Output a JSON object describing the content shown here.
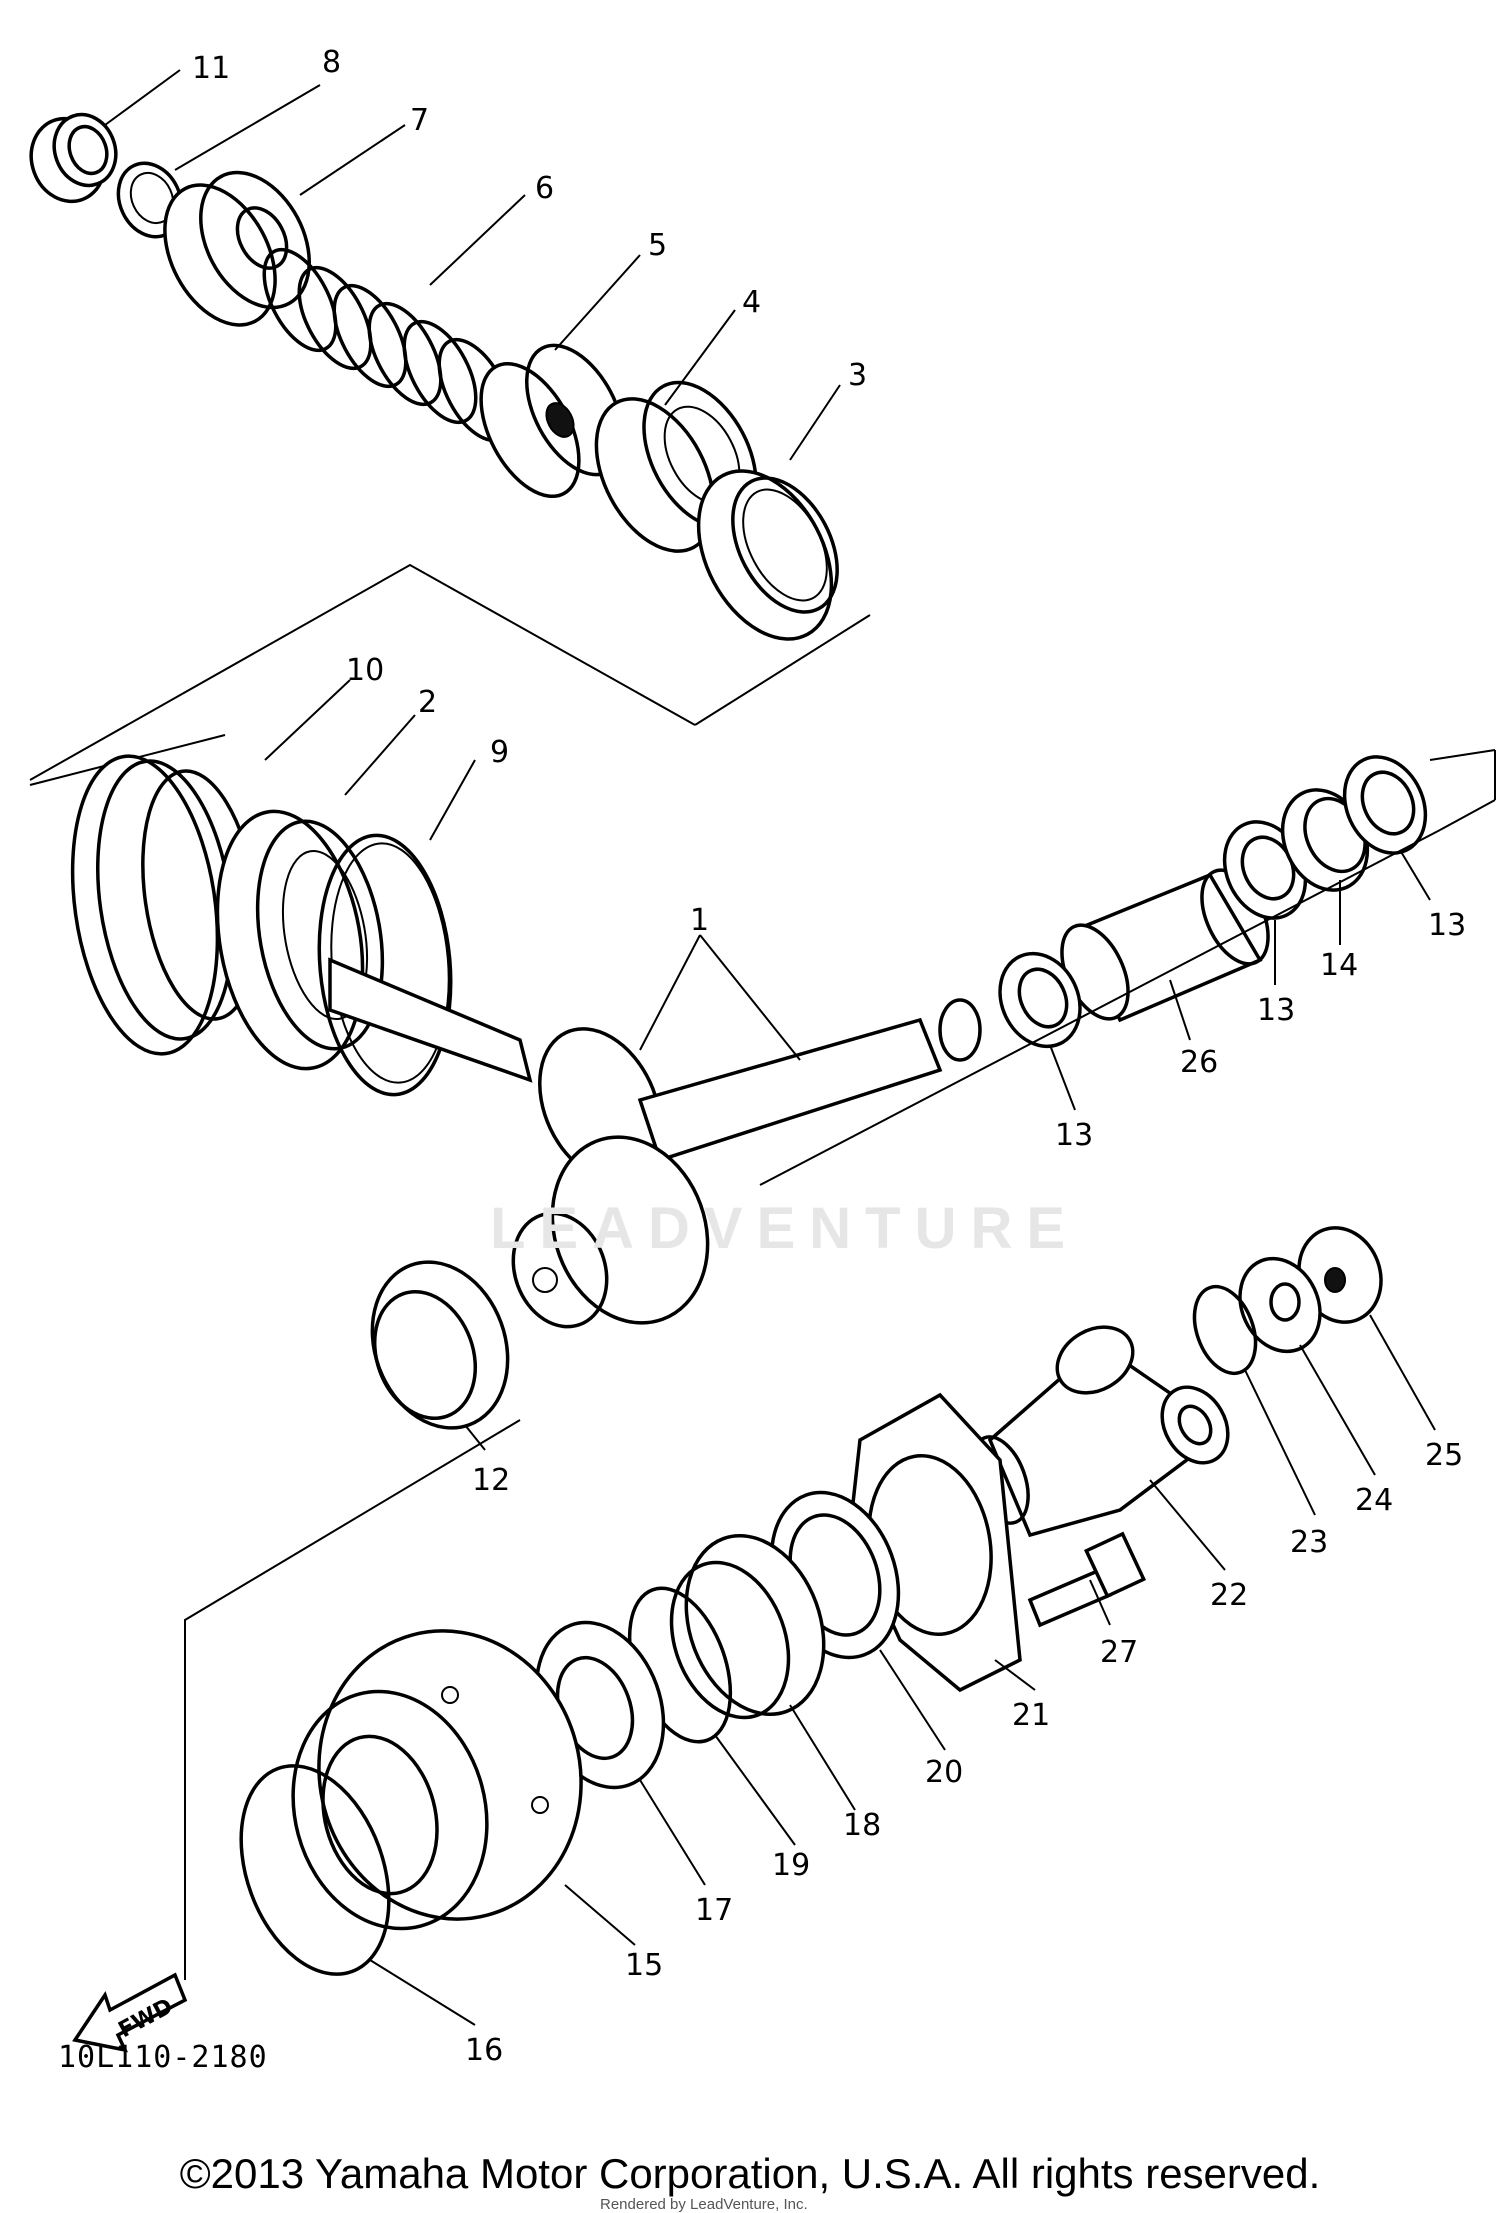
{
  "diagram": {
    "drawing_code": "10L110-2180",
    "copyright": "©2013 Yamaha Motor Corporation, U.S.A. All rights reserved.",
    "render_credit": "Rendered by LeadVenture, Inc.",
    "watermark": "LEADVENTURE",
    "fwd_label": "FWD",
    "callouts": [
      {
        "id": "c11",
        "text": "11"
      },
      {
        "id": "c8",
        "text": "8"
      },
      {
        "id": "c7",
        "text": "7"
      },
      {
        "id": "c6",
        "text": "6"
      },
      {
        "id": "c5",
        "text": "5"
      },
      {
        "id": "c4",
        "text": "4"
      },
      {
        "id": "c3",
        "text": "3"
      },
      {
        "id": "c10",
        "text": "10"
      },
      {
        "id": "c2",
        "text": "2"
      },
      {
        "id": "c9",
        "text": "9"
      },
      {
        "id": "c1",
        "text": "1"
      },
      {
        "id": "c13a",
        "text": "13"
      },
      {
        "id": "c14",
        "text": "14"
      },
      {
        "id": "c13b",
        "text": "13"
      },
      {
        "id": "c26",
        "text": "26"
      },
      {
        "id": "c13c",
        "text": "13"
      },
      {
        "id": "c12",
        "text": "12"
      },
      {
        "id": "c25",
        "text": "25"
      },
      {
        "id": "c24",
        "text": "24"
      },
      {
        "id": "c23",
        "text": "23"
      },
      {
        "id": "c22",
        "text": "22"
      },
      {
        "id": "c27",
        "text": "27"
      },
      {
        "id": "c21",
        "text": "21"
      },
      {
        "id": "c20",
        "text": "20"
      },
      {
        "id": "c18",
        "text": "18"
      },
      {
        "id": "c19",
        "text": "19"
      },
      {
        "id": "c17",
        "text": "17"
      },
      {
        "id": "c15",
        "text": "15"
      },
      {
        "id": "c16",
        "text": "16"
      }
    ]
  }
}
